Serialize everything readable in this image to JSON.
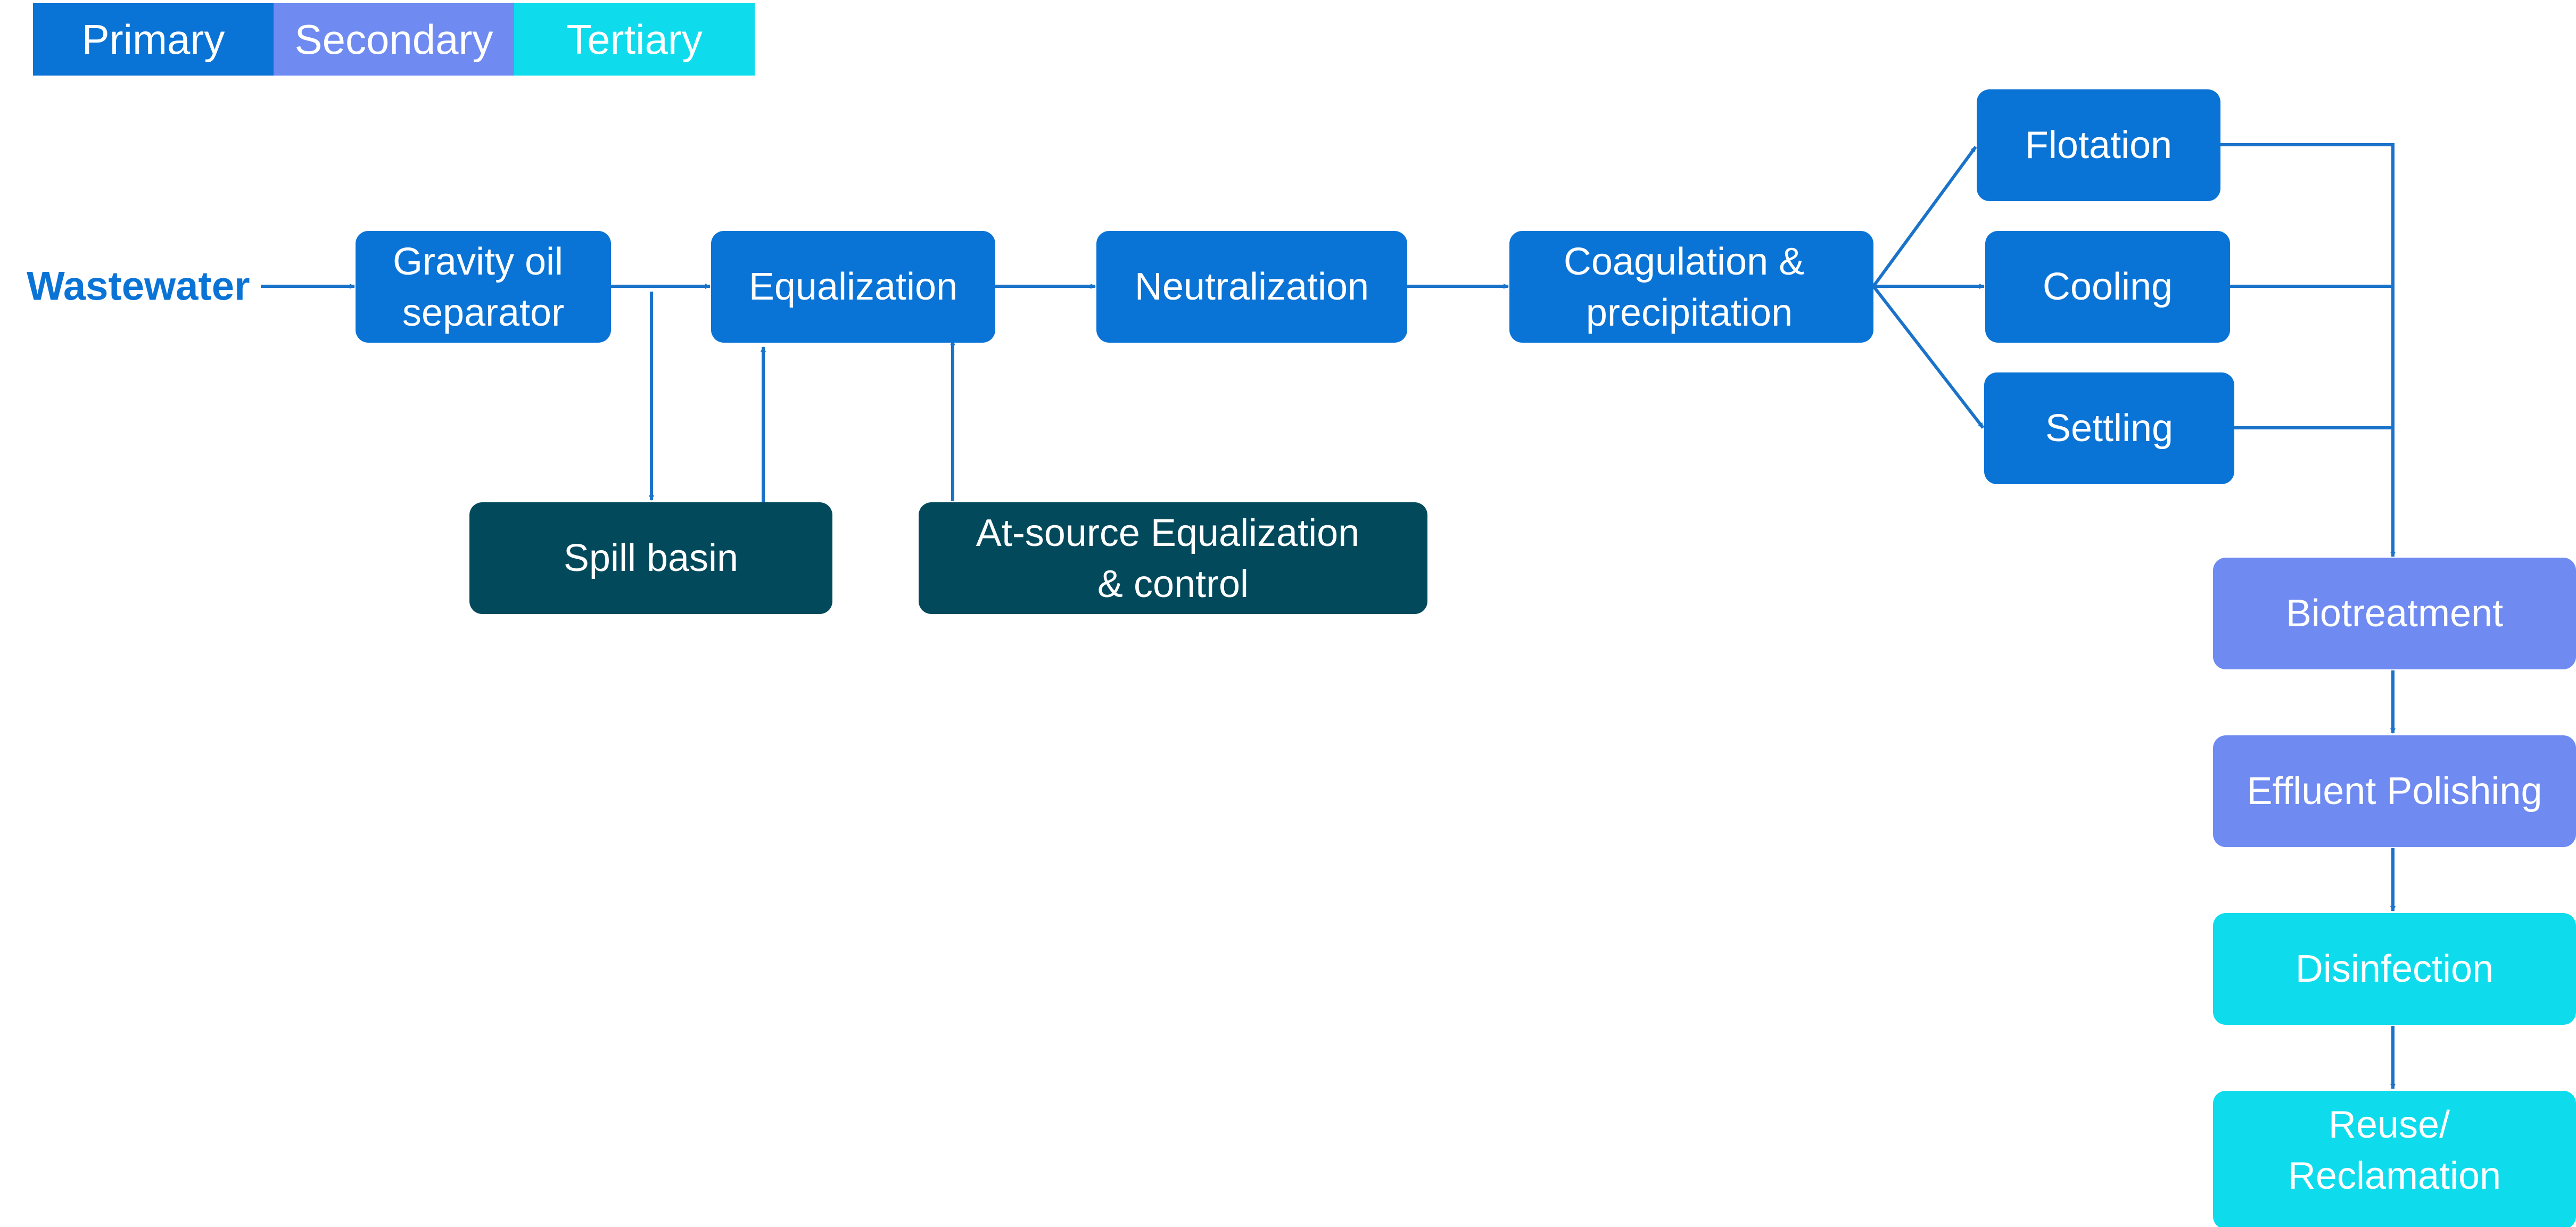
{
  "legend": [
    {
      "label": "Primary",
      "color": "#0a73d6"
    },
    {
      "label": "Secondary",
      "color": "#6f8af0"
    },
    {
      "label": "Tertiary",
      "color": "#0edcec"
    }
  ],
  "source": {
    "label": "Wastewater",
    "color": "#0a73d6"
  },
  "nodes": {
    "gravity_oil_separator": {
      "lines": [
        "Gravity oil",
        "separator"
      ]
    },
    "equalization": {
      "lines": [
        "Equalization"
      ]
    },
    "neutralization": {
      "lines": [
        "Neutralization"
      ]
    },
    "coagulation": {
      "lines": [
        "Coagulation &",
        "precipitation"
      ]
    },
    "flotation": {
      "lines": [
        "Flotation"
      ]
    },
    "cooling": {
      "lines": [
        "Cooling"
      ]
    },
    "settling": {
      "lines": [
        "Settling"
      ]
    },
    "spill_basin": {
      "lines": [
        "Spill basin"
      ]
    },
    "at_source": {
      "lines": [
        "At-source Equalization",
        "& control"
      ]
    },
    "biotreatment": {
      "lines": [
        "Biotreatment"
      ]
    },
    "effluent_polishing": {
      "lines": [
        "Effluent Polishing"
      ]
    },
    "disinfection": {
      "lines": [
        "Disinfection"
      ]
    },
    "reuse": {
      "lines": [
        "Reuse/",
        "Reclamation"
      ]
    }
  },
  "colors": {
    "primary": "#0a73d6",
    "secondary": "#6f8af0",
    "tertiary": "#0edcec",
    "auxiliary": "#03495c",
    "arrow": "#1a73c9",
    "node_text": "#ffffff"
  }
}
